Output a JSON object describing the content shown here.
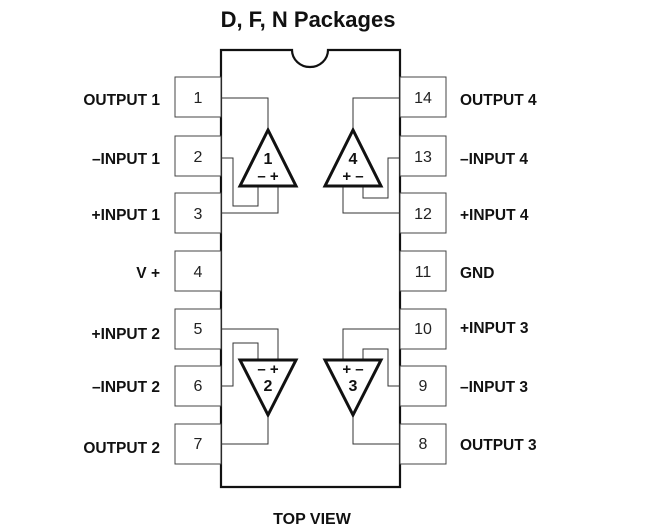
{
  "title": "D, F, N Packages",
  "footer": "TOP VIEW",
  "pins_left": [
    {
      "num": "1",
      "label": "OUTPUT 1"
    },
    {
      "num": "2",
      "label": "–INPUT 1"
    },
    {
      "num": "3",
      "label": "+INPUT 1"
    },
    {
      "num": "4",
      "label": "V +"
    },
    {
      "num": "5",
      "label": "+INPUT 2"
    },
    {
      "num": "6",
      "label": "–INPUT 2"
    },
    {
      "num": "7",
      "label": "OUTPUT 2"
    }
  ],
  "pins_right": [
    {
      "num": "14",
      "label": "OUTPUT 4"
    },
    {
      "num": "13",
      "label": "–INPUT 4"
    },
    {
      "num": "12",
      "label": "+INPUT 4"
    },
    {
      "num": "11",
      "label": "GND"
    },
    {
      "num": "10",
      "label": "+INPUT 3"
    },
    {
      "num": "9",
      "label": "–INPUT 3"
    },
    {
      "num": "8",
      "label": "OUTPUT 3"
    }
  ],
  "amplifiers": [
    {
      "id": "1",
      "inputs": "– +"
    },
    {
      "id": "4",
      "inputs": "+ –"
    },
    {
      "id": "2",
      "inputs": "– +"
    },
    {
      "id": "3",
      "inputs": "+ –"
    }
  ]
}
